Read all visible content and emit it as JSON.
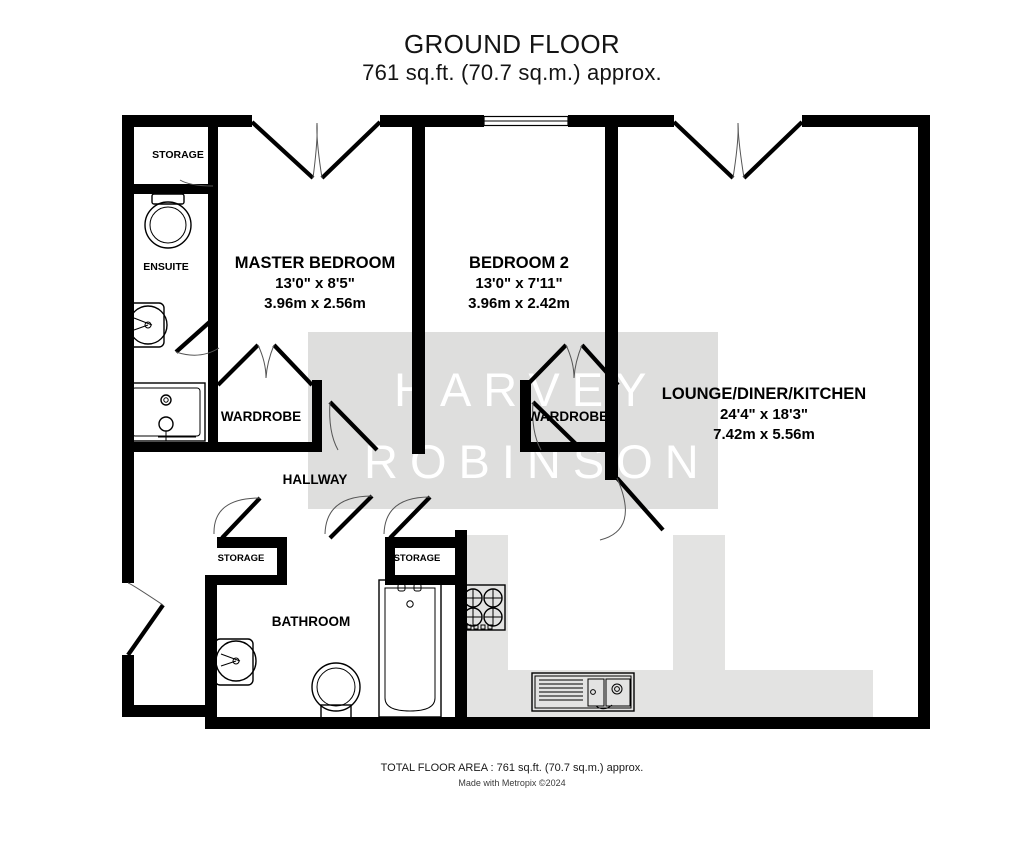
{
  "document": {
    "type": "floor-plan",
    "title": "GROUND FLOOR",
    "subtitle": "761 sq.ft. (70.7 sq.m.) approx."
  },
  "header": {
    "title": "GROUND FLOOR",
    "area_summary": "761 sq.ft. (70.7 sq.m.) approx."
  },
  "watermark": {
    "line1": "HARVEY",
    "line2": "ROBINSON",
    "color": "#ffffff",
    "panel_color": "#dededd"
  },
  "rooms": [
    {
      "id": "master-bedroom",
      "name": "MASTER BEDROOM",
      "dim_imperial": "13'0\"  x 8'5\"",
      "dim_metric": "3.96m  x 2.56m"
    },
    {
      "id": "bedroom-2",
      "name": "BEDROOM 2",
      "dim_imperial": "13'0\"  x 7'11\"",
      "dim_metric": "3.96m  x 2.42m"
    },
    {
      "id": "lounge-diner-kitchen",
      "name": "LOUNGE/DINER/KITCHEN",
      "dim_imperial": "24'4\"  x 18'3\"",
      "dim_metric": "7.42m  x 5.56m"
    },
    {
      "id": "ensuite",
      "name": "ENSUITE",
      "dim_imperial": "",
      "dim_metric": ""
    },
    {
      "id": "bathroom",
      "name": "BATHROOM",
      "dim_imperial": "",
      "dim_metric": ""
    },
    {
      "id": "hallway",
      "name": "HALLWAY",
      "dim_imperial": "",
      "dim_metric": ""
    },
    {
      "id": "storage-top",
      "name": "STORAGE",
      "dim_imperial": "",
      "dim_metric": ""
    },
    {
      "id": "wardrobe-master",
      "name": "WARDROBE",
      "dim_imperial": "",
      "dim_metric": ""
    },
    {
      "id": "wardrobe-bed2",
      "name": "WARDROBE",
      "dim_imperial": "",
      "dim_metric": ""
    },
    {
      "id": "storage-hall-left",
      "name": "STORAGE",
      "dim_imperial": "",
      "dim_metric": ""
    },
    {
      "id": "storage-hall-right",
      "name": "STORAGE",
      "dim_imperial": "",
      "dim_metric": ""
    }
  ],
  "fixtures": [
    {
      "id": "ensuite-wc",
      "label": "toilet-icon"
    },
    {
      "id": "ensuite-basin",
      "label": "basin-icon"
    },
    {
      "id": "ensuite-shower",
      "label": "shower-tray-icon"
    },
    {
      "id": "bathroom-basin",
      "label": "basin-icon"
    },
    {
      "id": "bathroom-wc",
      "label": "toilet-icon"
    },
    {
      "id": "bathroom-bath",
      "label": "bathtub-icon"
    },
    {
      "id": "kitchen-hob",
      "label": "hob-icon"
    },
    {
      "id": "kitchen-sink",
      "label": "sink-drainer-icon"
    }
  ],
  "footer": {
    "total_area": "TOTAL FLOOR AREA : 761 sq.ft. (70.7 sq.m.) approx.",
    "credit": "Made with Metropix ©2024"
  }
}
